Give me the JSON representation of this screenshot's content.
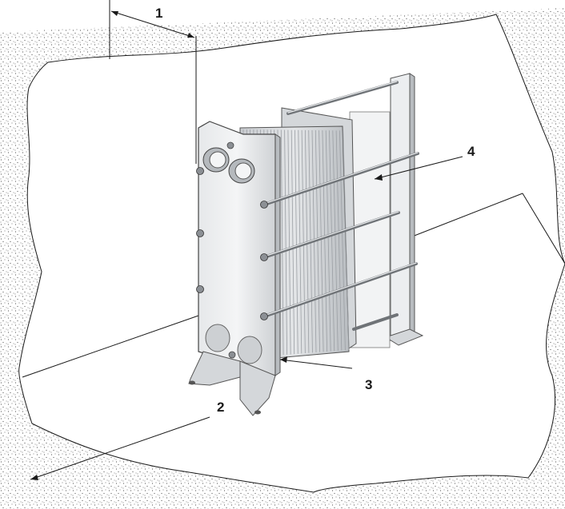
{
  "callouts": {
    "c1": "1",
    "c2": "2",
    "c3": "3",
    "c4": "4"
  },
  "colors": {
    "stipple": "#555555",
    "metal": "#d4d7da",
    "line": "#1a1a1a"
  }
}
